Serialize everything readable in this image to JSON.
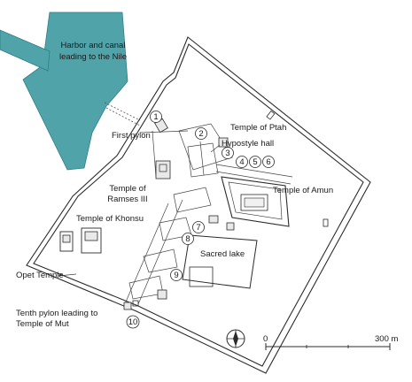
{
  "colors": {
    "water": "#4fa3a9",
    "water_stroke": "#2f7f86",
    "line": "#2b2b2b",
    "background": "#ffffff"
  },
  "labels": {
    "harbor_line1": "Harbor and canal",
    "harbor_line2": "leading to the Nile",
    "first_pylon": "First pylon",
    "temple_ptah": "Temple of Ptah",
    "hypostyle_hall": "Hypostyle hall",
    "temple_amun": "Temple of Amun",
    "temple_ramses_line1": "Temple of",
    "temple_ramses_line2": "Ramses III",
    "temple_khonsu": "Temple of Khonsu",
    "sacred_lake": "Sacred lake",
    "opet_temple": "Opet Temple",
    "tenth_pylon_line1": "Tenth pylon leading to",
    "tenth_pylon_line2": "Temple of Mut"
  },
  "markers": [
    "1",
    "2",
    "3",
    "4",
    "5",
    "6",
    "7",
    "8",
    "9",
    "10"
  ],
  "scale_bar": {
    "start_label": "0",
    "end_label": "300 m"
  },
  "compass": {
    "icon": "compass-rose-icon"
  }
}
